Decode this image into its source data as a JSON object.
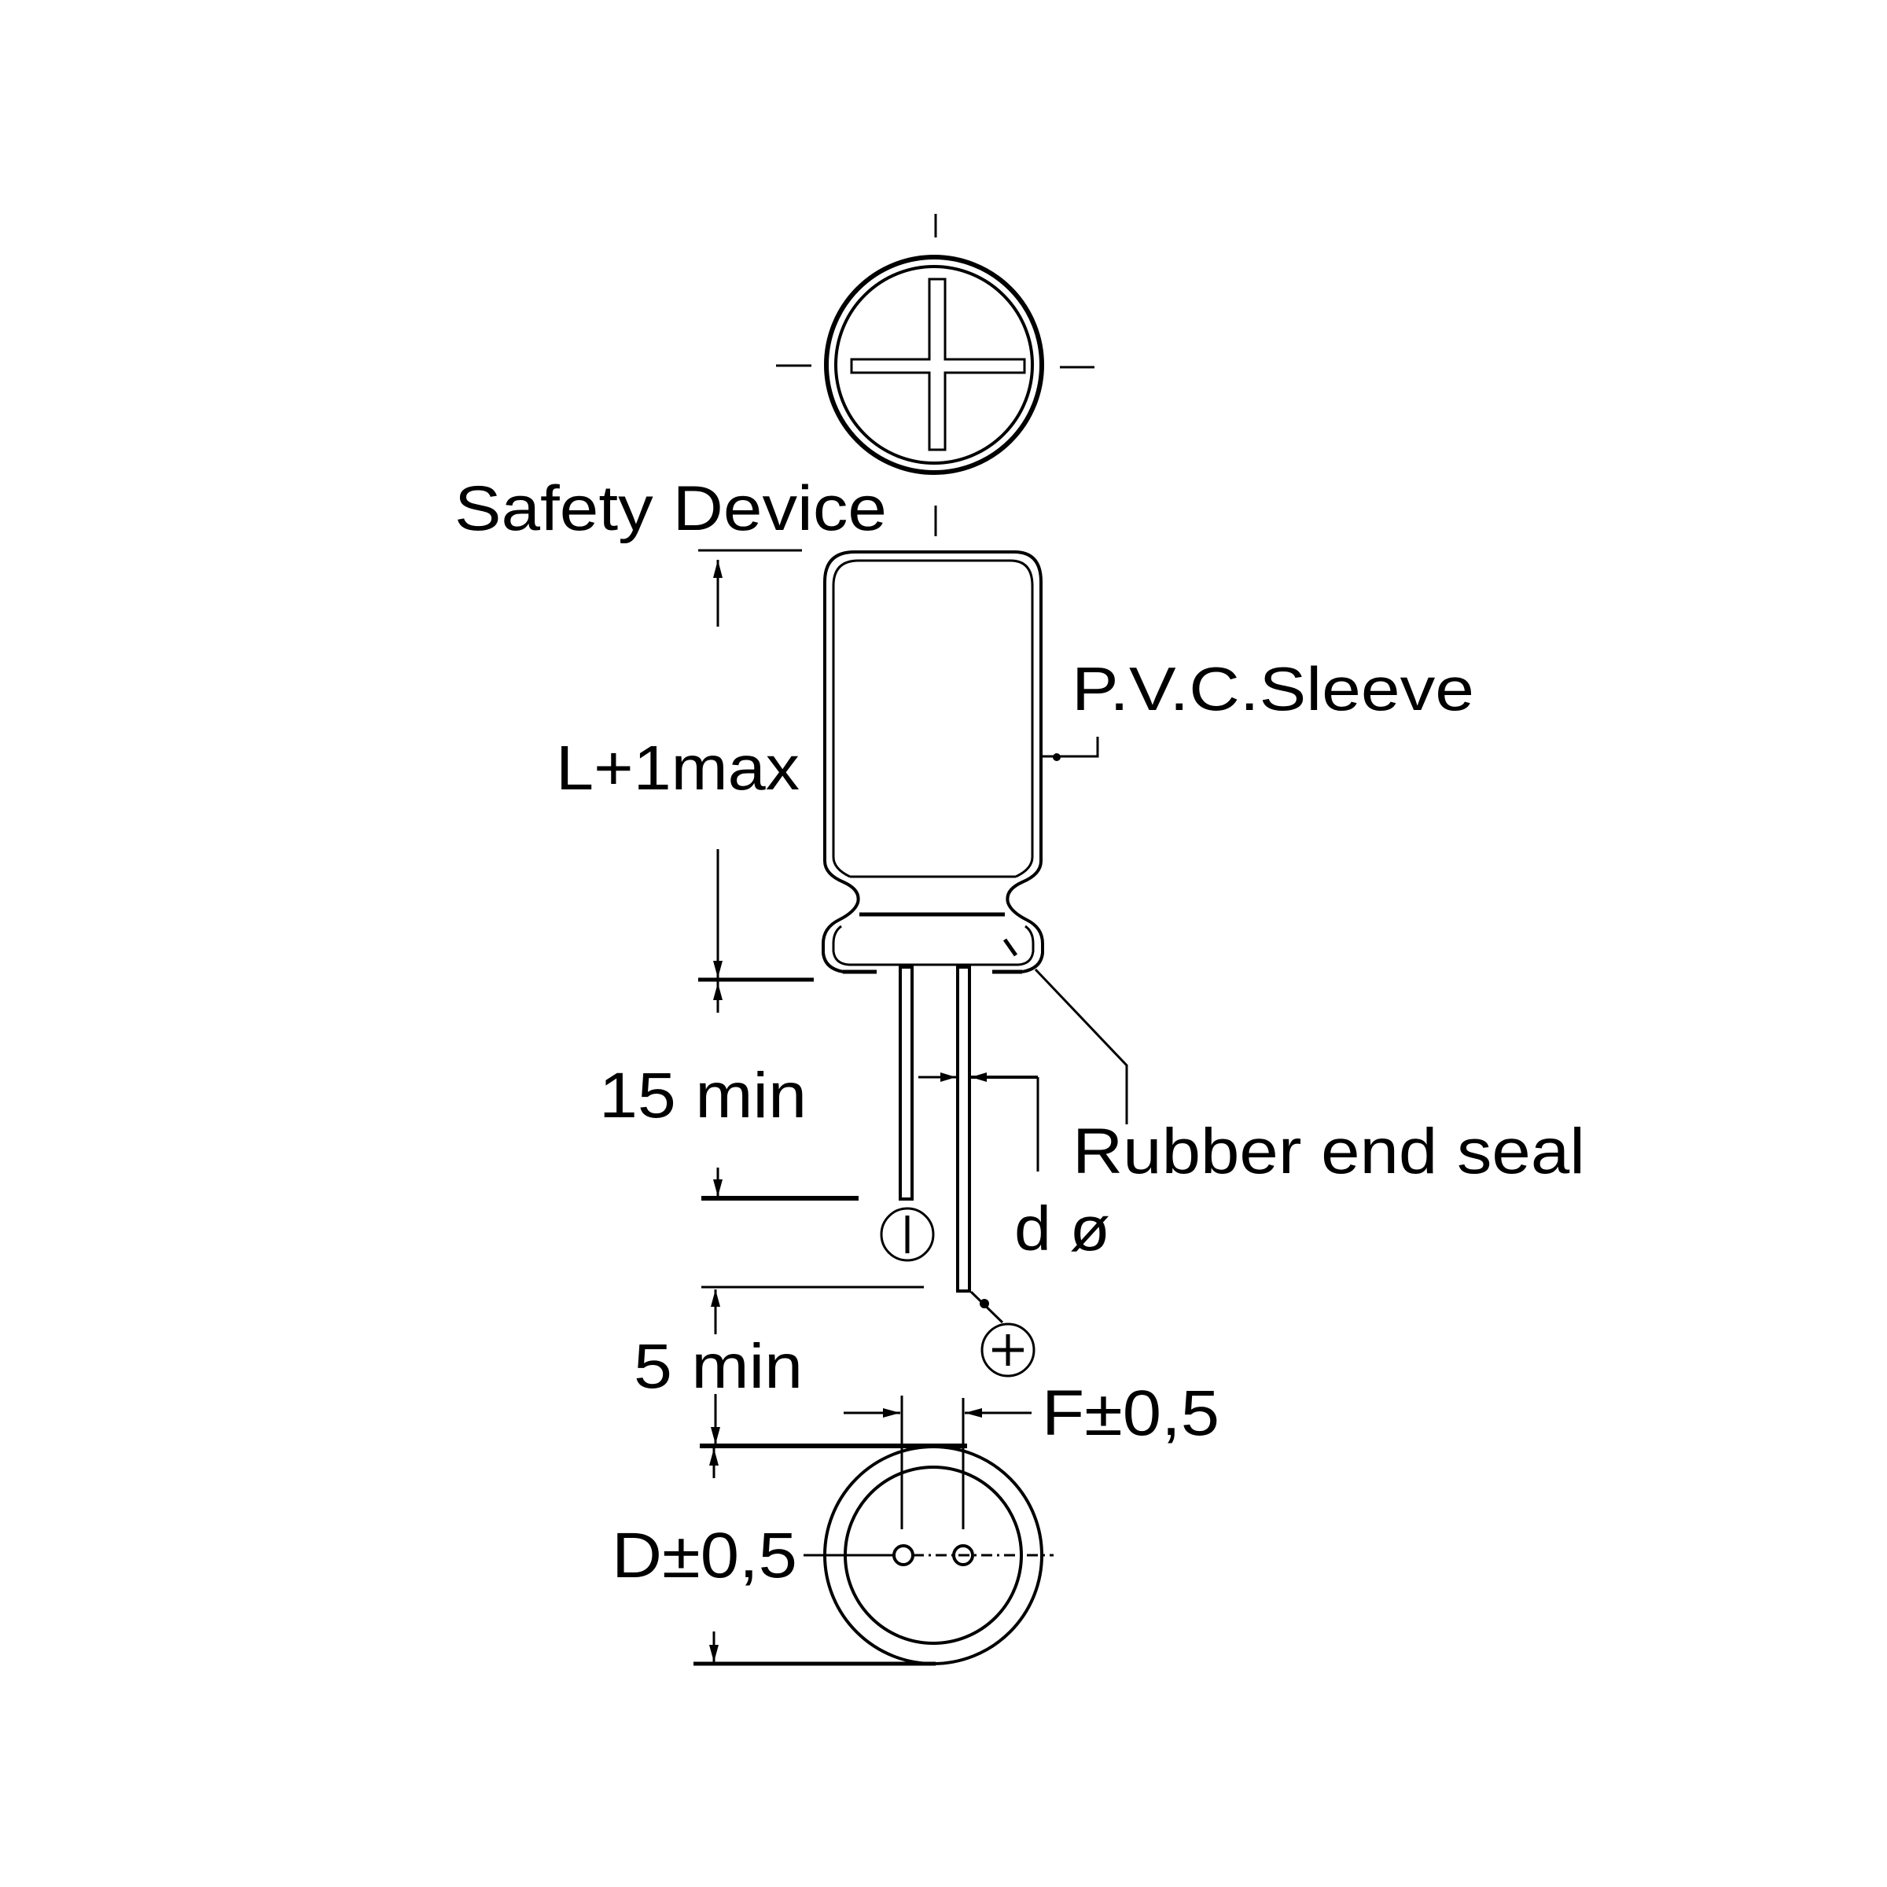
{
  "diagram": {
    "type": "technical-drawing",
    "subject": "Radial aluminium electrolytic capacitor dimensional drawing",
    "colors": {
      "line": "#000000",
      "background": "#ffffff"
    },
    "labels": {
      "safety_device": "Safety Device",
      "pvc_sleeve": "P.V.C.Sleeve",
      "length": "L+1max",
      "lead_length": "15 min",
      "rubber_seal": "Rubber end seal",
      "lead_diameter": "d ø",
      "lead_spacing_min": "5 min",
      "pitch": "F±0,5",
      "diameter": "D±0,5"
    },
    "polarity": {
      "negative_symbol": "minus-in-circle",
      "positive_symbol": "plus-in-circle"
    },
    "views": [
      {
        "name": "top-view",
        "feature": "cross-shaped safety vent"
      },
      {
        "name": "side-view",
        "feature": "cylindrical can with sleeve, rubber end seal and two radial leads"
      },
      {
        "name": "bottom-view",
        "feature": "two lead holes on center line"
      }
    ]
  }
}
